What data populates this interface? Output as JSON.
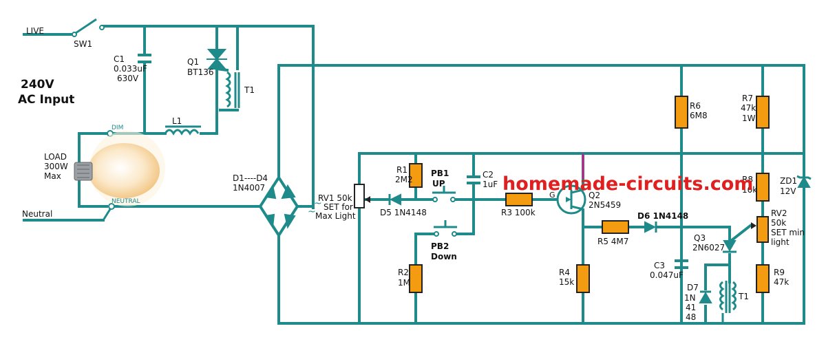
{
  "title": {
    "voltage": "240V",
    "input": "AC Input"
  },
  "watermark": "homemade-circuits.com",
  "colors": {
    "wire": "#1e8a8a",
    "resistor": "#f39c12",
    "watermark": "#e02020"
  },
  "labels": {
    "live": "LIVE",
    "neutral_in": "Neutral",
    "sw1": "SW1",
    "c1_name": "C1",
    "c1_val": "0.033uF",
    "c1_v": "630V",
    "q1_name": "Q1",
    "q1_val": "BT136",
    "t1_name": "T1",
    "l1_name": "L1",
    "dim": "DIM",
    "neutral_node": "NEUTRAL",
    "load_1": "LOAD",
    "load_2": "300W",
    "load_3": "Max",
    "bridge_1": "D1----D4",
    "bridge_2": "1N4007",
    "rv1_1": "RV1 50k",
    "rv1_2": "SET for",
    "rv1_3": "Max Light",
    "r1_name": "R1",
    "r1_val": "2M2",
    "pb1_name": "PB1",
    "pb1_val": "UP",
    "c2_name": "C2",
    "c2_val": "1uF",
    "d5": "D5 1N4148",
    "r3": "R3 100k",
    "pb2_name": "PB2",
    "pb2_val": "Down",
    "r2_name": "R2",
    "r2_val": "1M",
    "q2_name": "Q2",
    "q2_val": "2N5459",
    "g": "G",
    "r5": "R5 4M7",
    "d6": "D6 1N4148",
    "r4_name": "R4",
    "r4_val": "15k",
    "c3_name": "C3",
    "c3_val": "0.047uF",
    "d7_name": "D7",
    "d7_1": "1N",
    "d7_2": "41",
    "d7_3": "48",
    "t1b_name": "T1",
    "q3_name": "Q3",
    "q3_val": "2N6027",
    "r6_name": "R6",
    "r6_val": "6M8",
    "r7_name": "R7",
    "r7_val": "47k",
    "r7_w": "1W",
    "r8_name": "R8",
    "r8_val": "10k",
    "zd1_name": "ZD1",
    "zd1_val": "12V",
    "rv2_1": "RV2",
    "rv2_2": "50k",
    "rv2_3": "SET min",
    "rv2_4": "light",
    "r9_name": "R9",
    "r9_val": "47k"
  }
}
